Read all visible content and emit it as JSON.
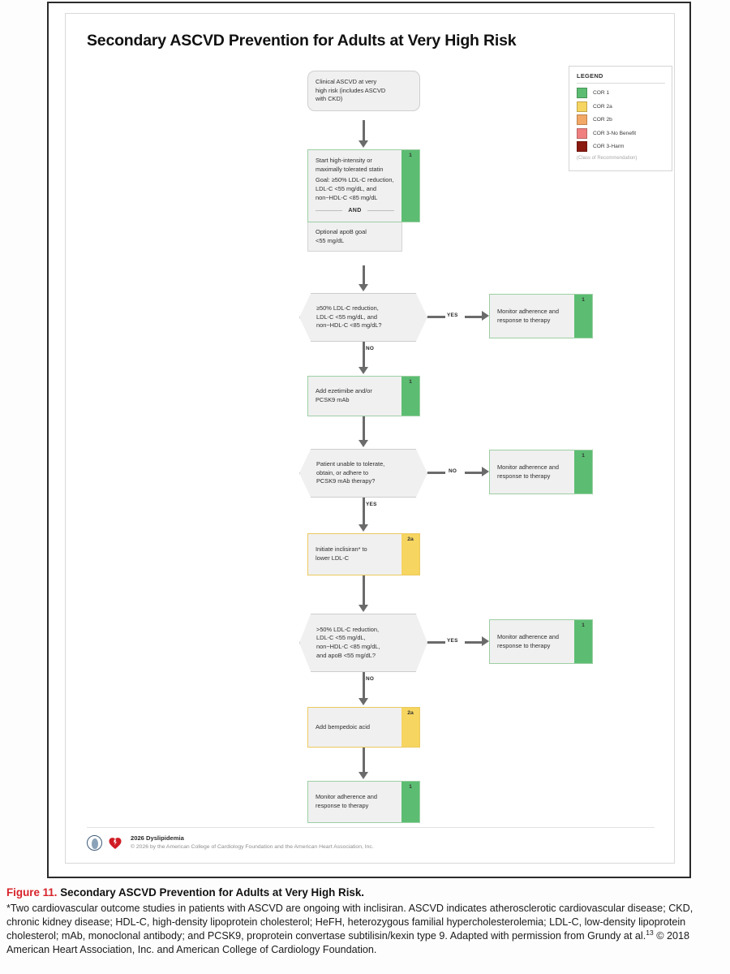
{
  "figure": {
    "title": "Secondary ASCVD Prevention for Adults at Very High Risk",
    "caption_number": "Figure 11.",
    "caption_title": "Secondary ASCVD Prevention for Adults at Very High Risk.",
    "caption_body_1": "*Two cardiovascular outcome studies in patients with ASCVD are ongoing with inclisiran. ASCVD indicates atherosclerotic cardiovascular disease; CKD, chronic kidney disease; HDL-C, high-density lipoprotein cholesterol; HeFH, heterozygous familial hypercholesterolemia; LDL-C, low-density lipoprotein cholesterol; mAb, monoclonal antibody; and PCSK9, proprotein convertase subtilisin/kexin type 9. Adapted with permission from Grundy at al.",
    "caption_ref": "13",
    "caption_body_2": " © 2018 American Heart Association, Inc. and American College of Cardiology Foundation."
  },
  "legend": {
    "title": "LEGEND",
    "note": "(Class of Recommendation)",
    "items": [
      {
        "label": "COR 1",
        "color": "#5cbd72"
      },
      {
        "label": "COR 2a",
        "color": "#f6d560"
      },
      {
        "label": "COR 2b",
        "color": "#f2a866"
      },
      {
        "label": "COR 3-No Benefit",
        "color": "#f08080"
      },
      {
        "label": "COR 3-Harm",
        "color": "#8b1a10"
      }
    ]
  },
  "flow": {
    "start": {
      "line1": "Clinical ASCVD at very",
      "line2": "high risk (includes ASCVD",
      "line3": "with CKD)"
    },
    "statin": {
      "line1": "Start high-intensity or",
      "line2": "maximally tolerated statin",
      "line3": "Goal: ≥50% LDL-C reduction,",
      "line4": "LDL-C <55 mg/dL, and",
      "line5": "non−HDL-C <85 mg/dL",
      "divider": "AND",
      "apob_line1": "Optional apoB goal",
      "apob_line2": "<55 mg/dL",
      "cor": "1"
    },
    "decision1": {
      "line1": "≥50% LDL-C reduction,",
      "line2": "LDL-C <55 mg/dL, and",
      "line3": "non−HDL-C <85 mg/dL?",
      "yes": "YES",
      "no": "NO"
    },
    "monitor1": {
      "line1": "Monitor adherence and",
      "line2": "response to therapy",
      "cor": "1"
    },
    "ezetimibe": {
      "line1": "Add ezetimibe and/or",
      "line2": "PCSK9 mAb",
      "cor": "1"
    },
    "decision2": {
      "line1": "Patient unable to tolerate,",
      "line2": "obtain, or adhere to",
      "line3": "PCSK9 mAb therapy?",
      "no": "NO",
      "yes": "YES"
    },
    "monitor2": {
      "line1": "Monitor adherence and",
      "line2": "response to therapy",
      "cor": "1"
    },
    "inclisiran": {
      "line1": "Initiate inclisiran* to",
      "line2": "lower LDL-C",
      "cor": "2a"
    },
    "decision3": {
      "line1": ">50% LDL-C reduction,",
      "line2": "LDL-C <55 mg/dL,",
      "line3": "non−HDL-C <85 mg/dL,",
      "line4": "and apoB <55 mg/dL?",
      "yes": "YES",
      "no": "NO"
    },
    "monitor3": {
      "line1": "Monitor adherence and",
      "line2": "response to therapy",
      "cor": "1"
    },
    "bempedoic": {
      "line1": "Add bempedoic acid",
      "cor": "2a"
    },
    "monitor4": {
      "line1": "Monitor adherence and",
      "line2": "response to therapy",
      "cor": "1"
    }
  },
  "footer": {
    "title": "2026 Dyslipidemia",
    "copyright": "© 2026 by the American College of Cardiology Foundation and the American Heart Association, Inc."
  }
}
